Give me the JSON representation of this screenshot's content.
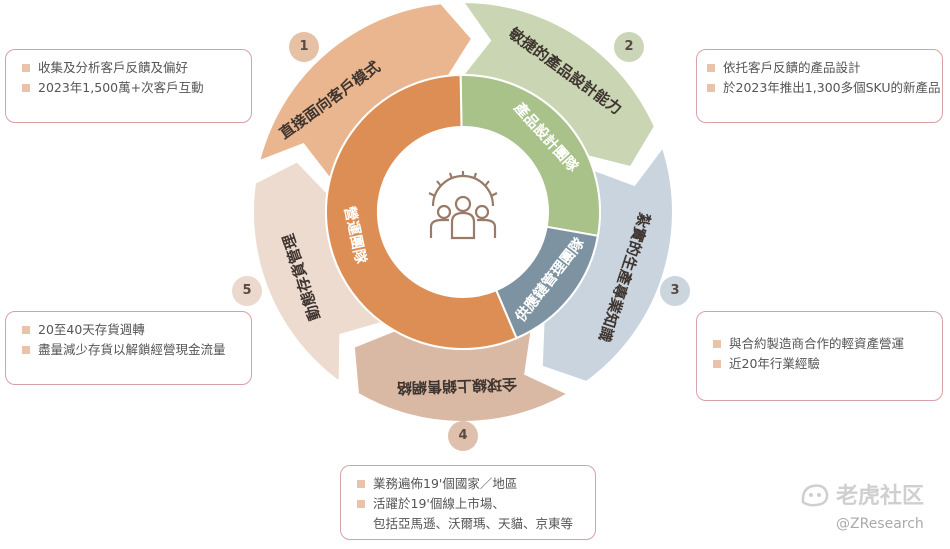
{
  "center_icon": "gear-team-icon",
  "outer_ring": [
    {
      "id": "1",
      "label": "直接面向客戶模式",
      "color": "#e9b68f"
    },
    {
      "id": "2",
      "label": "敏捷的產品設計能力",
      "color": "#c9d5b3"
    },
    {
      "id": "3",
      "label": "紮實的生產專業知識",
      "color": "#c9d4de"
    },
    {
      "id": "4",
      "label": "全球線上銷售網絡",
      "color": "#d9b9a4"
    },
    {
      "id": "5",
      "label": "動態存貨管理",
      "color": "#eddbd0"
    }
  ],
  "inner_ring": [
    {
      "label": "產品設計團隊",
      "color": "#a8c28a"
    },
    {
      "label": "供應鏈管理團隊",
      "color": "#7d93a2"
    },
    {
      "label": "營運團隊",
      "color": "#dd8e55"
    }
  ],
  "boxes": {
    "box1": {
      "number": "1",
      "items": [
        "收集及分析客戶反饋及偏好",
        "2023年1,500萬+次客戶互動"
      ]
    },
    "box2": {
      "number": "2",
      "items": [
        "依托客戶反饋的產品設計",
        "於2023年推出1,300多個SKU的新產品"
      ]
    },
    "box3": {
      "number": "3",
      "items": [
        "與合約製造商合作的輕資產營運",
        "近20年行業經驗"
      ]
    },
    "box4": {
      "number": "4",
      "items": [
        "業務遍佈19'個國家／地區",
        "活躍於19'個線上市場、"
      ],
      "continuation": "包括亞馬遜、沃爾瑪、天貓、京東等"
    },
    "box5": {
      "number": "5",
      "items": [
        "20至40天存貨週轉",
        "盡量減少存貨以解鎖經營現金流量"
      ]
    }
  },
  "watermark": {
    "main": "老虎社区",
    "sub": "@ZResearch",
    "icon": "tiger-logo-icon"
  }
}
